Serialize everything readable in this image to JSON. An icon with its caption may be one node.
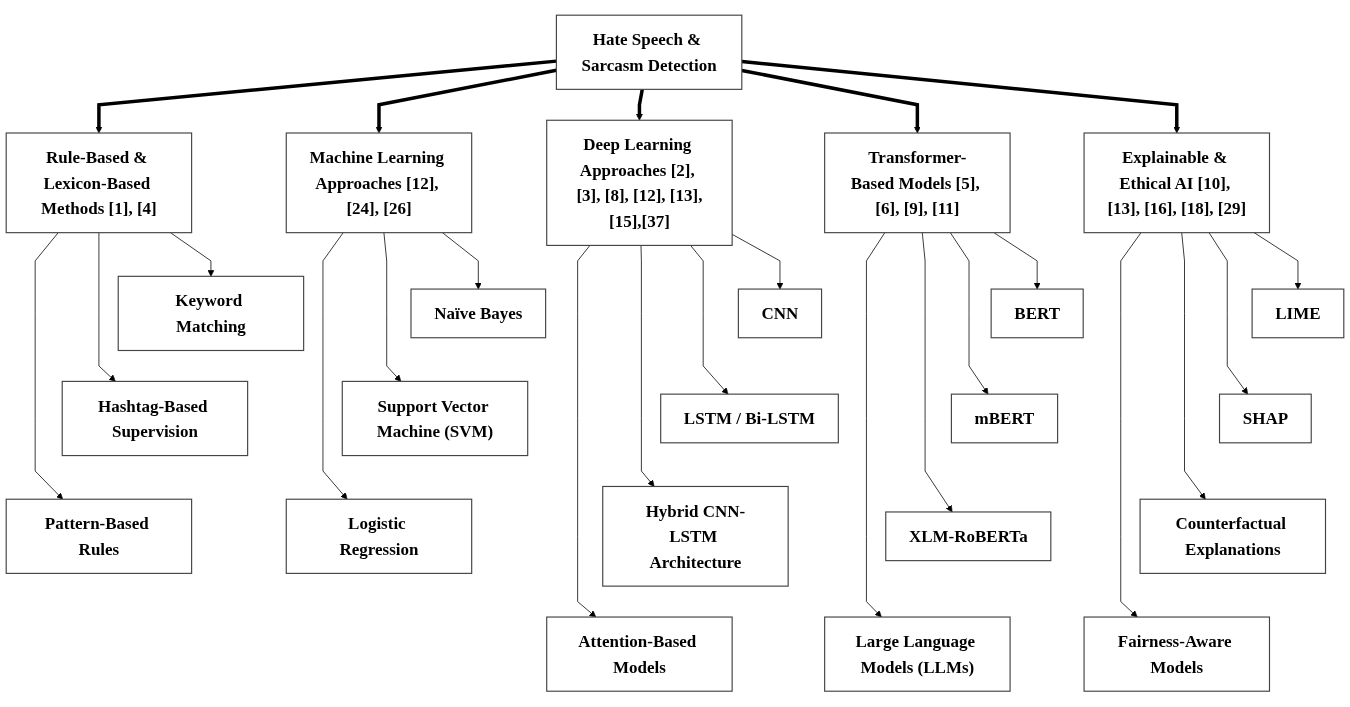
{
  "diagram": {
    "nodes": [
      {
        "text": [
          "Hate Speech & Sarcasm Detection"
        ]
      },
      {
        "text": [
          "Rule-Based & Lexicon-Based Methods [1], [4]"
        ]
      },
      {
        "text": [
          "Machine Learning Approaches [12], [24], [26]"
        ]
      },
      {
        "text": [
          "Deep Learning Approaches [2], [3], [8], [12], [13],[15],[37]"
        ]
      },
      {
        "text": [
          "Transformer-Based Models [5], [6], [9], [11]"
        ]
      },
      {
        "text": [
          "Explainable & Ethical AI [10], [13], [16], [18], [29]"
        ]
      },
      {
        "text": [
          "Keyword Matching"
        ]
      },
      {
        "text": [
          "Hashtag-Based Supervision"
        ]
      },
      {
        "text": [
          "Pattern-Based Rules"
        ]
      },
      {
        "text": [
          "Naïve Bayes"
        ]
      },
      {
        "text": [
          "Support Vector Machine (SVM)"
        ]
      },
      {
        "text": [
          "Logistic Regression"
        ]
      },
      {
        "text": [
          "CNN"
        ]
      },
      {
        "text": [
          "LSTM / Bi-LSTM"
        ]
      },
      {
        "text": [
          "Hybrid CNN-LSTM Architecture"
        ]
      },
      {
        "text": [
          "Attention-Based Models"
        ]
      },
      {
        "text": [
          "BERT"
        ]
      },
      {
        "text": [
          "mBERT"
        ]
      },
      {
        "text": [
          "XLM-RoBERTa"
        ]
      },
      {
        "text": [
          "Large Language Models (LLMs)"
        ]
      },
      {
        "text": [
          "LIME"
        ]
      },
      {
        "text": [
          "SHAP"
        ]
      },
      {
        "text": [
          "Counterfactual Explanations"
        ]
      },
      {
        "text": [
          "Fairness-Aware Models"
        ]
      }
    ],
    "edges": [
      {
        "from": 0,
        "to": 1,
        "arrow": "to",
        "style": "thick"
      },
      {
        "from": 0,
        "to": 2,
        "arrow": "to",
        "style": "thick"
      },
      {
        "from": 0,
        "to": 3,
        "arrow": "to",
        "style": "thick"
      },
      {
        "from": 0,
        "to": 4,
        "arrow": "to",
        "style": "thick"
      },
      {
        "from": 0,
        "to": 5,
        "arrow": "to",
        "style": "thick"
      },
      {
        "from": 1,
        "to": 6,
        "arrow": "to"
      },
      {
        "from": 1,
        "to": 7,
        "arrow": "to"
      },
      {
        "from": 1,
        "to": 8,
        "arrow": "to"
      },
      {
        "from": 2,
        "to": 9,
        "arrow": "to"
      },
      {
        "from": 2,
        "to": 10,
        "arrow": "to"
      },
      {
        "from": 2,
        "to": 11,
        "arrow": "to"
      },
      {
        "from": 3,
        "to": 12,
        "arrow": "to"
      },
      {
        "from": 3,
        "to": 13,
        "arrow": "to"
      },
      {
        "from": 3,
        "to": 14,
        "arrow": "to"
      },
      {
        "from": 3,
        "to": 15,
        "arrow": "to"
      },
      {
        "from": 4,
        "to": 16,
        "arrow": "to"
      },
      {
        "from": 4,
        "to": 17,
        "arrow": "to"
      },
      {
        "from": 4,
        "to": 18,
        "arrow": "to"
      },
      {
        "from": 4,
        "to": 19,
        "arrow": "to"
      },
      {
        "from": 5,
        "to": 20,
        "arrow": "to"
      },
      {
        "from": 5,
        "to": 21,
        "arrow": "to"
      },
      {
        "from": 5,
        "to": 22,
        "arrow": "to"
      },
      {
        "from": 5,
        "to": 23,
        "arrow": "to"
      }
    ]
  }
}
